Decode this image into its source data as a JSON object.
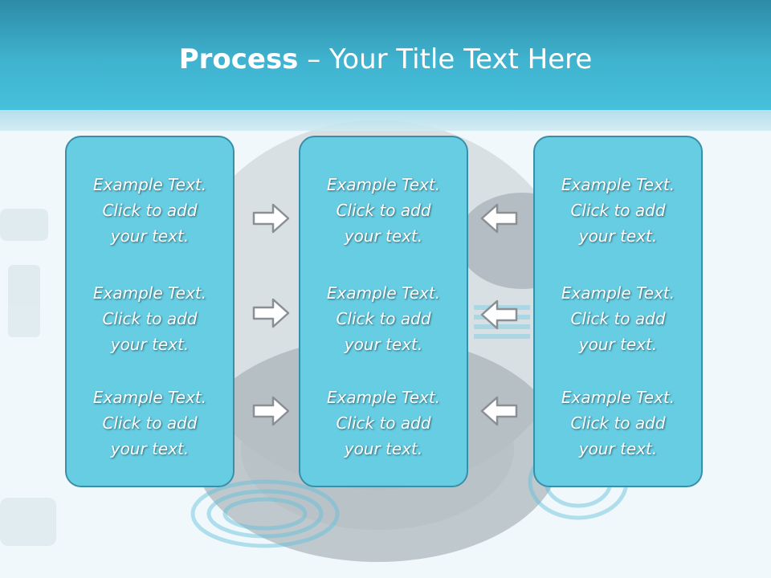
{
  "slide": {
    "title_bold": "Process",
    "title_rest": " – Your Title Text Here"
  },
  "columns": [
    {
      "items": [
        {
          "line1": "Example Text.",
          "line2": "Click  to add",
          "line3": "your text."
        },
        {
          "line1": "Example Text.",
          "line2": "Click  to add",
          "line3": "your text."
        },
        {
          "line1": "Example Text.",
          "line2": "Click  to add",
          "line3": "your text."
        }
      ]
    },
    {
      "items": [
        {
          "line1": "Example Text.",
          "line2": "Click  to add",
          "line3": "your text."
        },
        {
          "line1": "Example Text.",
          "line2": "Click  to add",
          "line3": "your text."
        },
        {
          "line1": "Example Text.",
          "line2": "Click  to add",
          "line3": "your text."
        }
      ]
    },
    {
      "items": [
        {
          "line1": "Example Text.",
          "line2": "Click  to add",
          "line3": "your text."
        },
        {
          "line1": "Example Text.",
          "line2": "Click  to add",
          "line3": "your text."
        },
        {
          "line1": "Example Text.",
          "line2": "Click  to add",
          "line3": "your text."
        }
      ]
    }
  ],
  "arrows": {
    "left_to_center": [
      "right-arrow-icon",
      "right-arrow-icon",
      "right-arrow-icon"
    ],
    "right_to_center": [
      "left-arrow-icon",
      "left-arrow-icon",
      "left-arrow-icon"
    ]
  },
  "colors": {
    "header_top": "#2e8ba7",
    "header_bottom": "#46c0db",
    "box_fill": "#66cde3",
    "box_border": "#3a8fa8",
    "text": "#ffffff",
    "arrow_stroke": "#8a8f94",
    "background": "#eef6f9"
  },
  "background_image": "turntable-vinyl-record-illustration"
}
